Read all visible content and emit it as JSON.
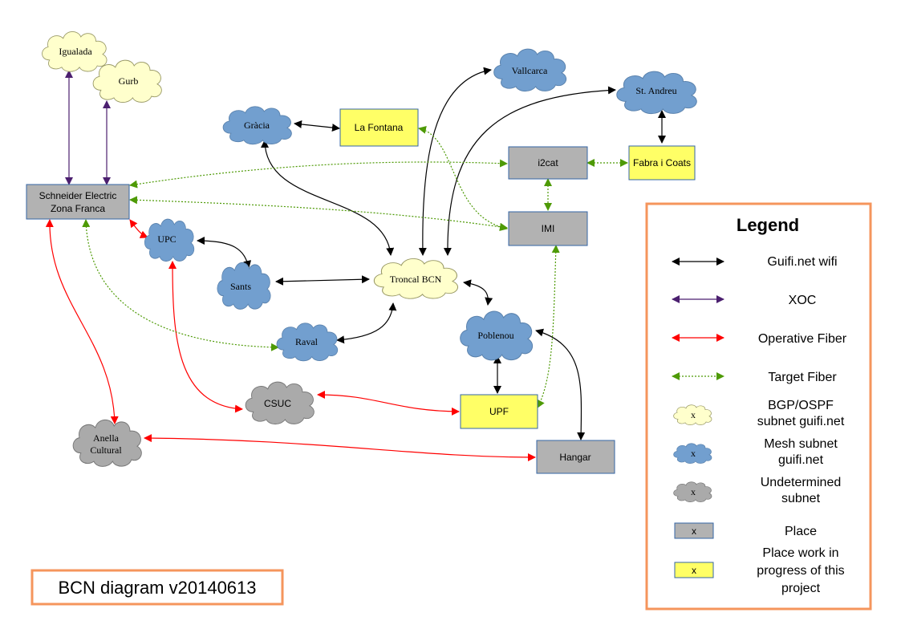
{
  "title": "BCN diagram v20140613",
  "colors": {
    "bgp_cloud": "#ffffcc",
    "mesh_cloud": "#729fcf",
    "undetermined_cloud": "#aaaaaa",
    "place": "#b2b2b2",
    "work_in_progress": "#ffff66",
    "wifi": "#000000",
    "xoc": "#4b1f6f",
    "operative_fiber": "#ff0000",
    "target_fiber": "#4e9a06",
    "legend_border": "#f5955c"
  },
  "nodes": {
    "igualada": "Igualada",
    "gurb": "Gurb",
    "vallcarca": "Vallcarca",
    "st_andreu": "St. Andreu",
    "gracia": "Gràcia",
    "la_fontana": "La Fontana",
    "i2cat": "i2cat",
    "fabra_i_coats": "Fabra i Coats",
    "schneider_line1": "Schneider Electric",
    "schneider_line2": "Zona Franca",
    "imi": "IMI",
    "upc": "UPC",
    "sants": "Sants",
    "troncal_bcn": "Troncal BCN",
    "raval": "Raval",
    "poblenou": "Poblenou",
    "csuc": "CSUC",
    "upf": "UPF",
    "anella_line1": "Anella",
    "anella_line2": "Cultural",
    "hangar": "Hangar"
  },
  "legend": {
    "title": "Legend",
    "wifi": "Guifi.net wifi",
    "xoc": "XOC",
    "operative_fiber": "Operative Fiber",
    "target_fiber": "Target Fiber",
    "bgp_line1": "BGP/OSPF",
    "bgp_line2": "subnet guifi.net",
    "mesh_line1": "Mesh subnet",
    "mesh_line2": "guifi.net",
    "undetermined_line1": "Undetermined",
    "undetermined_line2": "subnet",
    "place": "Place",
    "wip_line1": "Place work in",
    "wip_line2": "progress of this",
    "wip_line3": "project",
    "sample_mark": "x"
  }
}
